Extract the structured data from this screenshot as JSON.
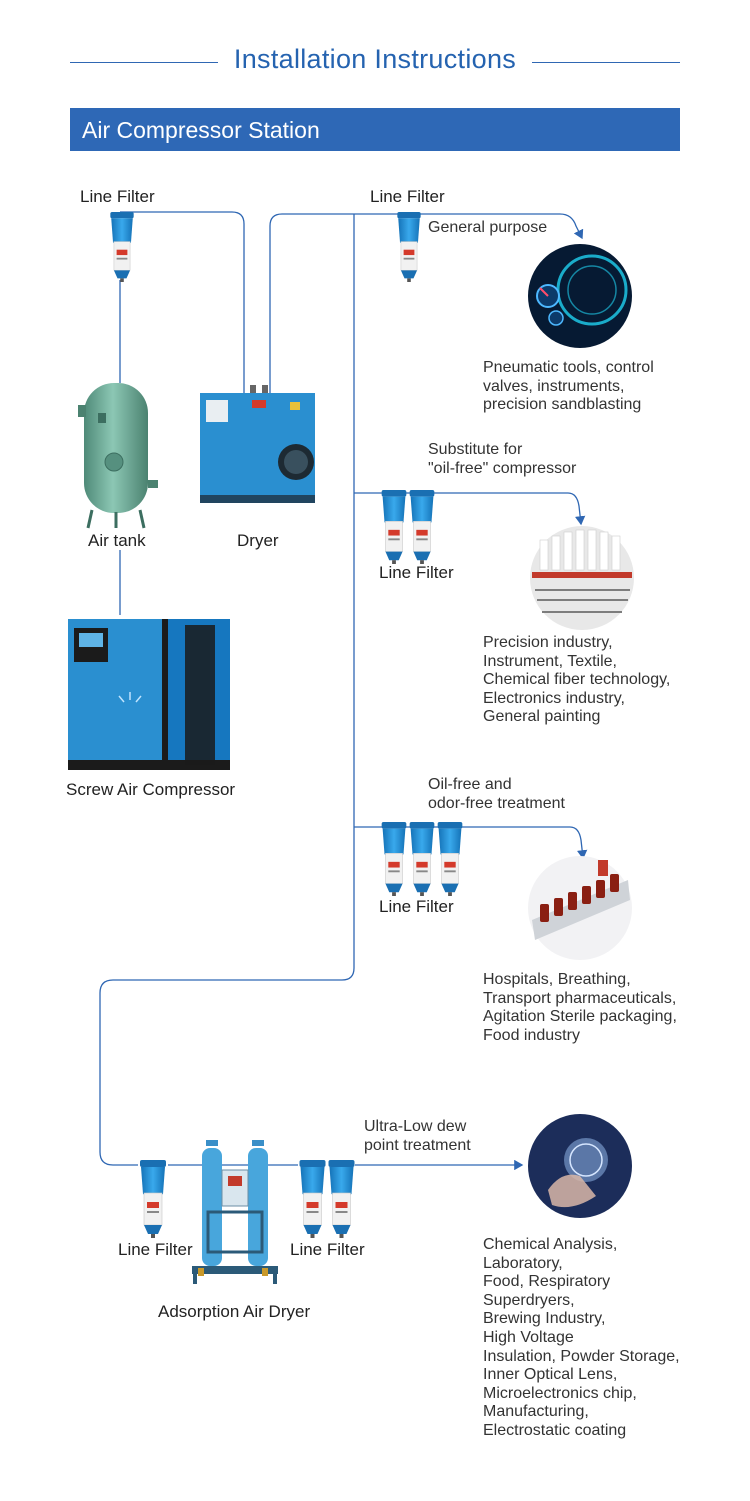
{
  "header": {
    "title": "Installation Instructions"
  },
  "banner": {
    "label": "Air Compressor Station"
  },
  "equipment": {
    "line_filter_1": "Line Filter",
    "line_filter_2": "Line Filter",
    "air_tank": "Air tank",
    "dryer": "Dryer",
    "compressor": "Screw Air Compressor",
    "branch2_filter": "Line Filter",
    "branch3_filter": "Line Filter",
    "adsorption_left_filter": "Line Filter",
    "adsorption_right_filter": "Line Filter",
    "adsorption_dryer": "Adsorption Air Dryer"
  },
  "branches": [
    {
      "note": "General purpose",
      "description": "Pneumatic tools, control\nvalves, instruments,\nprecision sandblasting"
    },
    {
      "note": "Substitute for\n\"oil-free\" compressor",
      "description": "Precision industry,\nInstrument, Textile,\nChemical fiber technology,\nElectronics industry,\nGeneral painting"
    },
    {
      "note": "Oil-free and\nodor-free treatment",
      "description": "Hospitals, Breathing,\nTransport pharmaceuticals,\nAgitation Sterile packaging,\nFood industry"
    },
    {
      "note": "Ultra-Low dew\npoint treatment",
      "description": "Chemical Analysis,\nLaboratory,\nFood, Respiratory\nSuperdryers,\nBrewing Industry,\nHigh Voltage\nInsulation, Powder Storage,\nInner Optical Lens,\nMicroelectronics chip,\nManufacturing,\nElectrostatic coating"
    }
  ],
  "colors": {
    "accent": "#2e68b6",
    "pipe": "#2f67b3",
    "filter_blue": "#1f8fd6",
    "tank_green": "#5f9e8c",
    "machine_blue": "#2a8fd0"
  }
}
